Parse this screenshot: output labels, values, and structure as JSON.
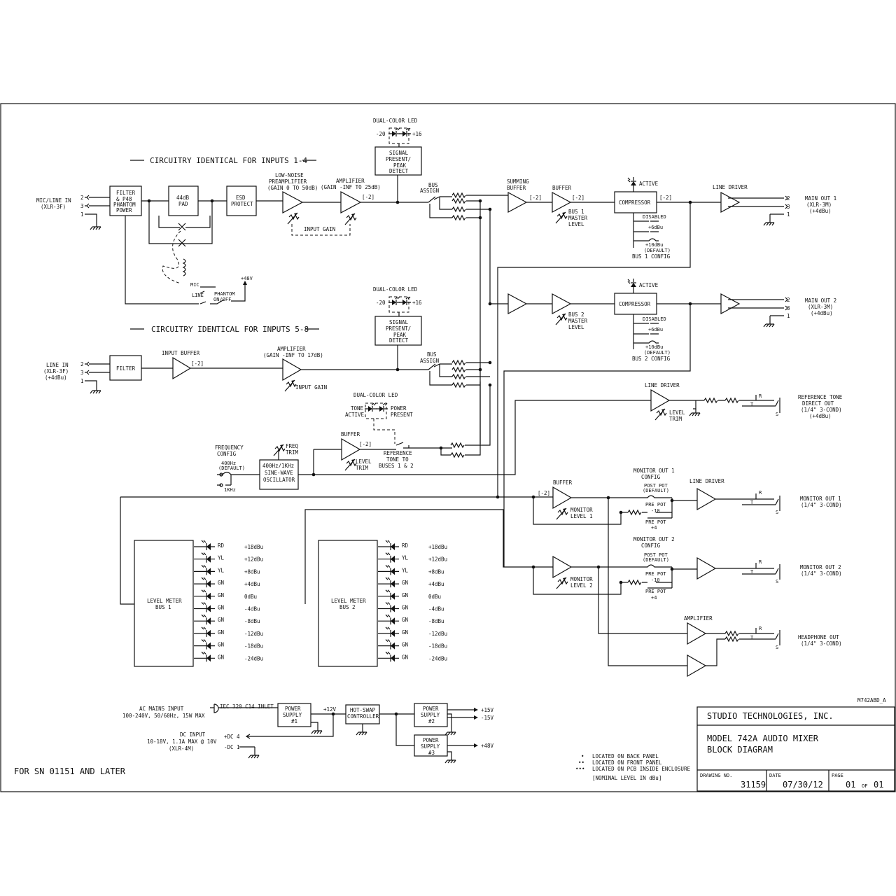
{
  "sheet": {
    "section_1": "CIRCUITRY IDENTICAL FOR INPUTS 1-4",
    "section_2": "CIRCUITRY IDENTICAL FOR INPUTS 5-8",
    "sn_note": "FOR SN 01151 AND LATER",
    "drawing_ref": "M742ABD_A"
  },
  "inputs_1_4": {
    "connector": [
      "MIC/LINE IN",
      "(XLR-3F)"
    ],
    "pins": [
      "2",
      "3",
      "1"
    ],
    "filter": [
      "FILTER",
      "& P48",
      "PHANTOM",
      "POWER"
    ],
    "pad": [
      "44dB",
      "PAD"
    ],
    "esd": [
      "ESD",
      "PROTECT"
    ],
    "preamp": [
      "LOW-NOISE",
      "PREAMPLIFIER",
      "(GAIN 0 TO 50dB)"
    ],
    "amplifier": [
      "AMPLIFIER",
      "(GAIN -INF TO 25dB)"
    ],
    "level": "[-2]",
    "input_gain": "INPUT GAIN",
    "mic": "MIC",
    "line": "LINE",
    "phantom": [
      "PHANTOM",
      "ON/OFF"
    ],
    "p48": "+48V",
    "led": "DUAL-COLOR LED",
    "led_low": "-20",
    "led_high": "+16",
    "detect": [
      "SIGNAL",
      "PRESENT/",
      "PEAK",
      "DETECT"
    ],
    "bus_assign": [
      "BUS",
      "ASSIGN"
    ]
  },
  "inputs_5_8": {
    "connector": [
      "LINE IN",
      "(XLR-3F)",
      "(+4dBu)"
    ],
    "pins": [
      "2",
      "3",
      "1"
    ],
    "filter": "FILTER",
    "buffer": "INPUT BUFFER",
    "level": "[-2]",
    "amplifier": [
      "AMPLIFIER",
      "(GAIN -INF TO 17dB)"
    ],
    "input_gain": "INPUT GAIN",
    "led": "DUAL-COLOR LED",
    "led_low": "-20",
    "led_high": "+16",
    "detect": [
      "SIGNAL",
      "PRESENT/",
      "PEAK",
      "DETECT"
    ],
    "bus_assign": [
      "BUS",
      "ASSIGN"
    ]
  },
  "tone": {
    "led": "DUAL-COLOR LED",
    "tone_active": [
      "TONE",
      "ACTIVE"
    ],
    "power_present": [
      "POWER",
      "PRESENT"
    ],
    "freq_config": [
      "FREQUENCY",
      "CONFIG"
    ],
    "f400": [
      "400Hz",
      "(DEFAULT)"
    ],
    "f1k": "1KHz",
    "freq_trim": [
      "FREQ",
      "TRIM"
    ],
    "osc": [
      "400Hz/1KHz",
      "SINE-WAVE",
      "OSCILLATOR"
    ],
    "buffer": "BUFFER",
    "level": "[-2]",
    "level_trim": [
      "LEVEL",
      "TRIM"
    ],
    "ref_tone": [
      "REFERENCE",
      "TONE TO",
      "BUSES 1 & 2"
    ]
  },
  "bus_1": {
    "summing": [
      "SUMMING",
      "BUFFER"
    ],
    "buffer": "BUFFER",
    "level": "[-2]",
    "master": [
      "BUS 1",
      "MASTER",
      "LEVEL"
    ],
    "active": "ACTIVE",
    "compressor": "COMPRESSOR",
    "disabled": "DISABLED",
    "opt_6": "+6dBu",
    "opt_10": [
      "+10dBu",
      "(DEFAULT)"
    ],
    "config": "BUS 1 CONFIG",
    "line_driver": "LINE DRIVER",
    "out": [
      "MAIN OUT 1",
      "(XLR-3M)",
      "(+4dBu)"
    ],
    "pins": [
      "2",
      "3",
      "1"
    ]
  },
  "bus_2": {
    "master": [
      "BUS 2",
      "MASTER",
      "LEVEL"
    ],
    "active": "ACTIVE",
    "compressor": "COMPRESSOR",
    "disabled": "DISABLED",
    "opt_6": "+6dBu",
    "opt_10": [
      "+10dBu",
      "(DEFAULT)"
    ],
    "config": "BUS 2 CONFIG",
    "out": [
      "MAIN OUT 2",
      "(XLR-3M)",
      "(+4dBu)"
    ],
    "pins": [
      "2",
      "3",
      "1"
    ]
  },
  "ref_out": {
    "line_driver": "LINE DRIVER",
    "level_trim": [
      "LEVEL",
      "TRIM"
    ],
    "out": [
      "REFERENCE TONE",
      "DIRECT OUT",
      "(1/4\" 3-COND)",
      "(+4dBu)"
    ],
    "jack": [
      "R",
      "T",
      "S"
    ]
  },
  "monitor_1": {
    "config": [
      "MONITOR OUT 1",
      "CONFIG"
    ],
    "buffer": "BUFFER",
    "level": "[-2]",
    "post": [
      "POST POT",
      "(DEFAULT)"
    ],
    "pre_m10": [
      "PRE POT",
      "-10"
    ],
    "pre_p4": [
      "PRE POT",
      "+4"
    ],
    "line_driver": "LINE DRIVER",
    "mon_level": [
      "MONITOR",
      "LEVEL 1"
    ],
    "out": [
      "MONITOR OUT 1",
      "(1/4\" 3-COND)"
    ],
    "jack": [
      "R",
      "T",
      "S"
    ]
  },
  "monitor_2": {
    "config": [
      "MONITOR OUT 2",
      "CONFIG"
    ],
    "post": [
      "POST POT",
      "(DEFAULT)"
    ],
    "pre_m10": [
      "PRE POT",
      "-10"
    ],
    "pre_p4": [
      "PRE POT",
      "+4"
    ],
    "mon_level": [
      "MONITOR",
      "LEVEL 2"
    ],
    "out": [
      "MONITOR OUT 2",
      "(1/4\" 3-COND)"
    ],
    "jack": [
      "R",
      "T",
      "S"
    ]
  },
  "headphone": {
    "amplifier": "AMPLIFIER",
    "out": [
      "HEADPHONE OUT",
      "(1/4\" 3-COND)"
    ],
    "jack": [
      "R",
      "T",
      "S"
    ]
  },
  "meters": {
    "m1": [
      "LEVEL METER",
      "BUS 1"
    ],
    "m2": [
      "LEVEL METER",
      "BUS 2"
    ],
    "leds": [
      {
        "color": "RD",
        "level": "+18dBu"
      },
      {
        "color": "YL",
        "level": "+12dBu"
      },
      {
        "color": "YL",
        "level": "+8dBu"
      },
      {
        "color": "GN",
        "level": "+4dBu"
      },
      {
        "color": "GN",
        "level": "0dBu"
      },
      {
        "color": "GN",
        "level": "-4dBu"
      },
      {
        "color": "GN",
        "level": "-8dBu"
      },
      {
        "color": "GN",
        "level": "-12dBu"
      },
      {
        "color": "GN",
        "level": "-18dBu"
      },
      {
        "color": "GN",
        "level": "-24dBu"
      }
    ]
  },
  "power": {
    "ac_input": [
      "AC MAINS INPUT",
      "100-240V, 50/60Hz, 15W MAX"
    ],
    "iec": "IEC 320 C14 INLET",
    "ps1": [
      "POWER",
      "SUPPLY",
      "#1"
    ],
    "v12": "+12V",
    "hot_swap": [
      "HOT-SWAP",
      "CONTROLLER"
    ],
    "ps2": [
      "POWER",
      "SUPPLY",
      "#2"
    ],
    "ps3": [
      "POWER",
      "SUPPLY",
      "#3"
    ],
    "v15p": "+15V",
    "v15n": "-15V",
    "v48": "+48V",
    "dc_input": [
      "DC INPUT",
      "10-18V, 1.1A MAX @ 10V",
      "(XLR-4M)"
    ],
    "dc_pos": "+DC 4",
    "dc_neg": "-DC 1"
  },
  "legend": {
    "items": [
      "LOCATED ON BACK PANEL",
      "LOCATED ON FRONT PANEL",
      "LOCATED ON PCB INSIDE ENCLOSURE"
    ],
    "note": "[NOMINAL LEVEL IN dBu]"
  },
  "title_block": {
    "company": "STUDIO TECHNOLOGIES, INC.",
    "title_1": "MODEL 742A AUDIO MIXER",
    "title_2": "BLOCK DIAGRAM",
    "drawing_no_label": "DRAWING NO.",
    "drawing_no": "31159",
    "date_label": "DATE",
    "date": "07/30/12",
    "page_label": "PAGE",
    "page": "01",
    "of_label": "OF",
    "page_total": "01"
  }
}
